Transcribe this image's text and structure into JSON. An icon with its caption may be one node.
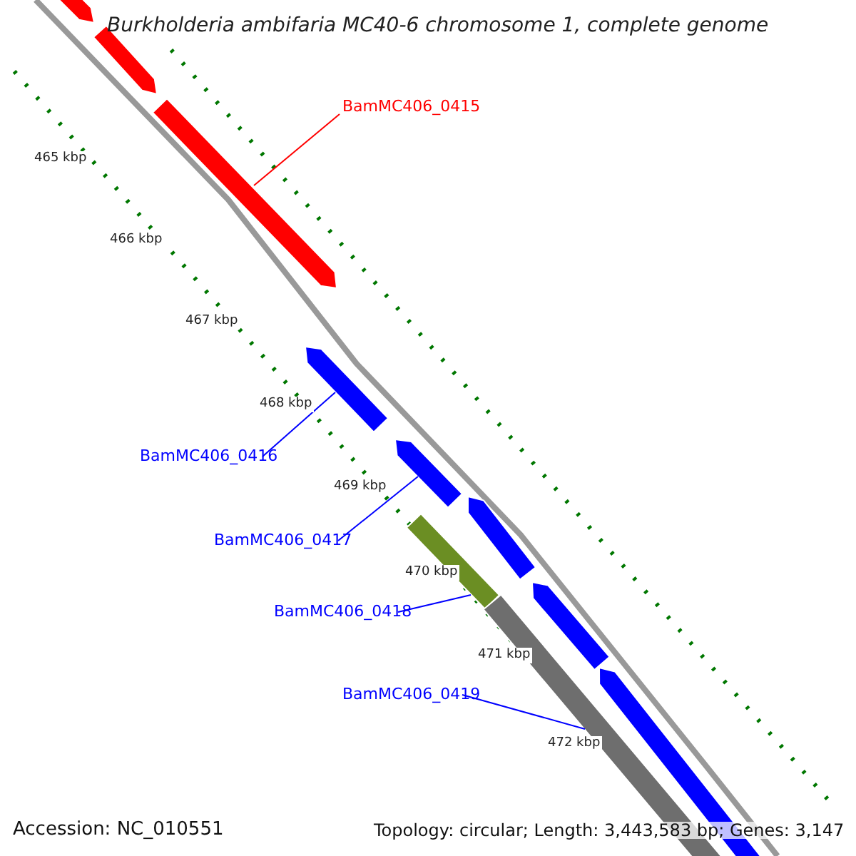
{
  "diagram": {
    "title": "Burkholderia ambifaria MC40-6 chromosome 1, complete genome",
    "nodes": [
      {
        "text": [],
        "shape": "arrow"
      },
      {
        "text": [],
        "shape": "arrow"
      },
      {
        "text": [
          "BamMC406_0415"
        ]
      },
      {
        "text": [],
        "shape": "arrow"
      },
      {
        "text": [],
        "shape": "arrow"
      },
      {
        "text": [
          "BamMC406_0416"
        ]
      },
      {
        "text": [],
        "shape": "arrow"
      },
      {
        "text": [],
        "shape": "arrow"
      },
      {
        "text": [
          "BamMC406_0417"
        ]
      },
      {
        "text": [],
        "shape": "bar"
      },
      {
        "text": [
          "BamMC406_0418"
        ]
      },
      {
        "text": [],
        "shape": "arrow"
      },
      {
        "text": [],
        "shape": "bar"
      },
      {
        "text": [
          "BamMC406_0419"
        ]
      },
      {
        "text": [],
        "shape": "arrow"
      }
    ],
    "edges": [
      {
        "from": 2,
        "to": 3,
        "arrow": "none",
        "color": "#ff0000"
      },
      {
        "from": 5,
        "to": 4,
        "arrow": "none"
      },
      {
        "from": 8,
        "to": 6,
        "arrow": "none"
      },
      {
        "from": 10,
        "to": 9,
        "arrow": "none"
      },
      {
        "from": 13,
        "to": 12,
        "arrow": "none"
      }
    ],
    "labels": [
      "465 kbp",
      "466 kbp",
      "467 kbp",
      "468 kbp",
      "469 kbp",
      "470 kbp",
      "471 kbp",
      "472 kbp",
      "Accession: NC_010551",
      "Topology: circular; Length: 3,443,583 bp; Genes: 3,147"
    ]
  }
}
